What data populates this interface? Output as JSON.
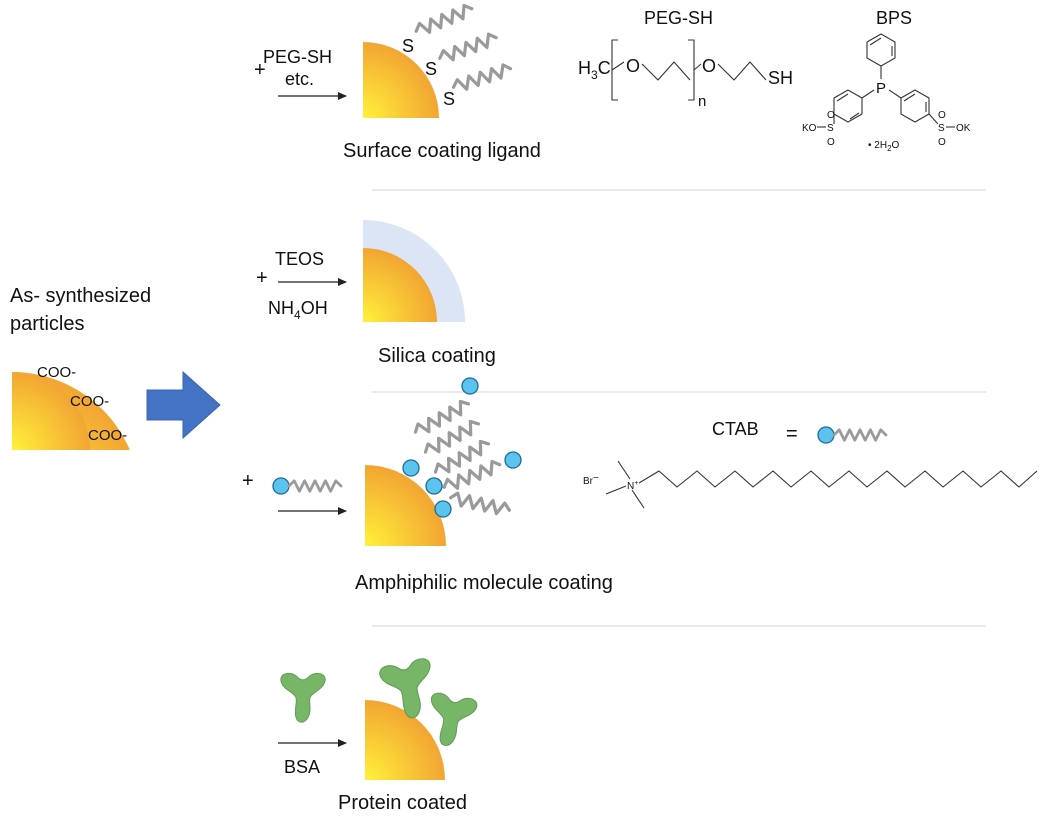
{
  "left": {
    "title_line1": "As- synthesized",
    "title_line2": "particles",
    "ligand_1": "COO-",
    "ligand_2": "COO-",
    "ligand_3": "COO-"
  },
  "surface": {
    "plus": "+",
    "reagent_line1": "PEG-SH",
    "reagent_line2": "etc.",
    "s_1": "S",
    "s_2": "S",
    "s_3": "S",
    "caption": "Surface coating ligand",
    "peg_title": "PEG-SH",
    "peg_h3c_main": "H",
    "peg_h3c_sub": "3",
    "peg_h3c_end": "C",
    "peg_o1": "O",
    "peg_o2": "O",
    "peg_n": "n",
    "peg_sh": "SH",
    "bps_title": "BPS",
    "bps_p": "P",
    "bps_ko_left": "KO",
    "bps_s_left": "S",
    "bps_o_left_top": "O",
    "bps_o_left_bottom": "O",
    "bps_s_right": "S",
    "bps_ok_right": "OK",
    "bps_o_right_top": "O",
    "bps_o_right_bottom": "O",
    "bps_hydrate": "• 2H",
    "bps_hydrate_sub": "2",
    "bps_hydrate_end": "O"
  },
  "silica": {
    "plus": "+",
    "reagent_top": "TEOS",
    "reagent_bottom_main": "NH",
    "reagent_bottom_sub": "4",
    "reagent_bottom_end": "OH",
    "caption": "Silica coating"
  },
  "amphiphilic": {
    "plus": "+",
    "caption": "Amphiphilic molecule coating",
    "ctab_label": "CTAB",
    "equals": "=",
    "br": "Br",
    "br_charge": "−",
    "n": "N",
    "n_charge": "+"
  },
  "protein": {
    "reagent": "BSA",
    "caption": "Protein coated"
  },
  "colors": {
    "gold_light": "#fff23a",
    "gold_dark": "#f2a533",
    "arrow_blue": "#4472c4",
    "silica_shell": "#dce5f5",
    "bead": "#5bc3ee",
    "chain": "#9a9a9a",
    "protein": "#77b567"
  }
}
